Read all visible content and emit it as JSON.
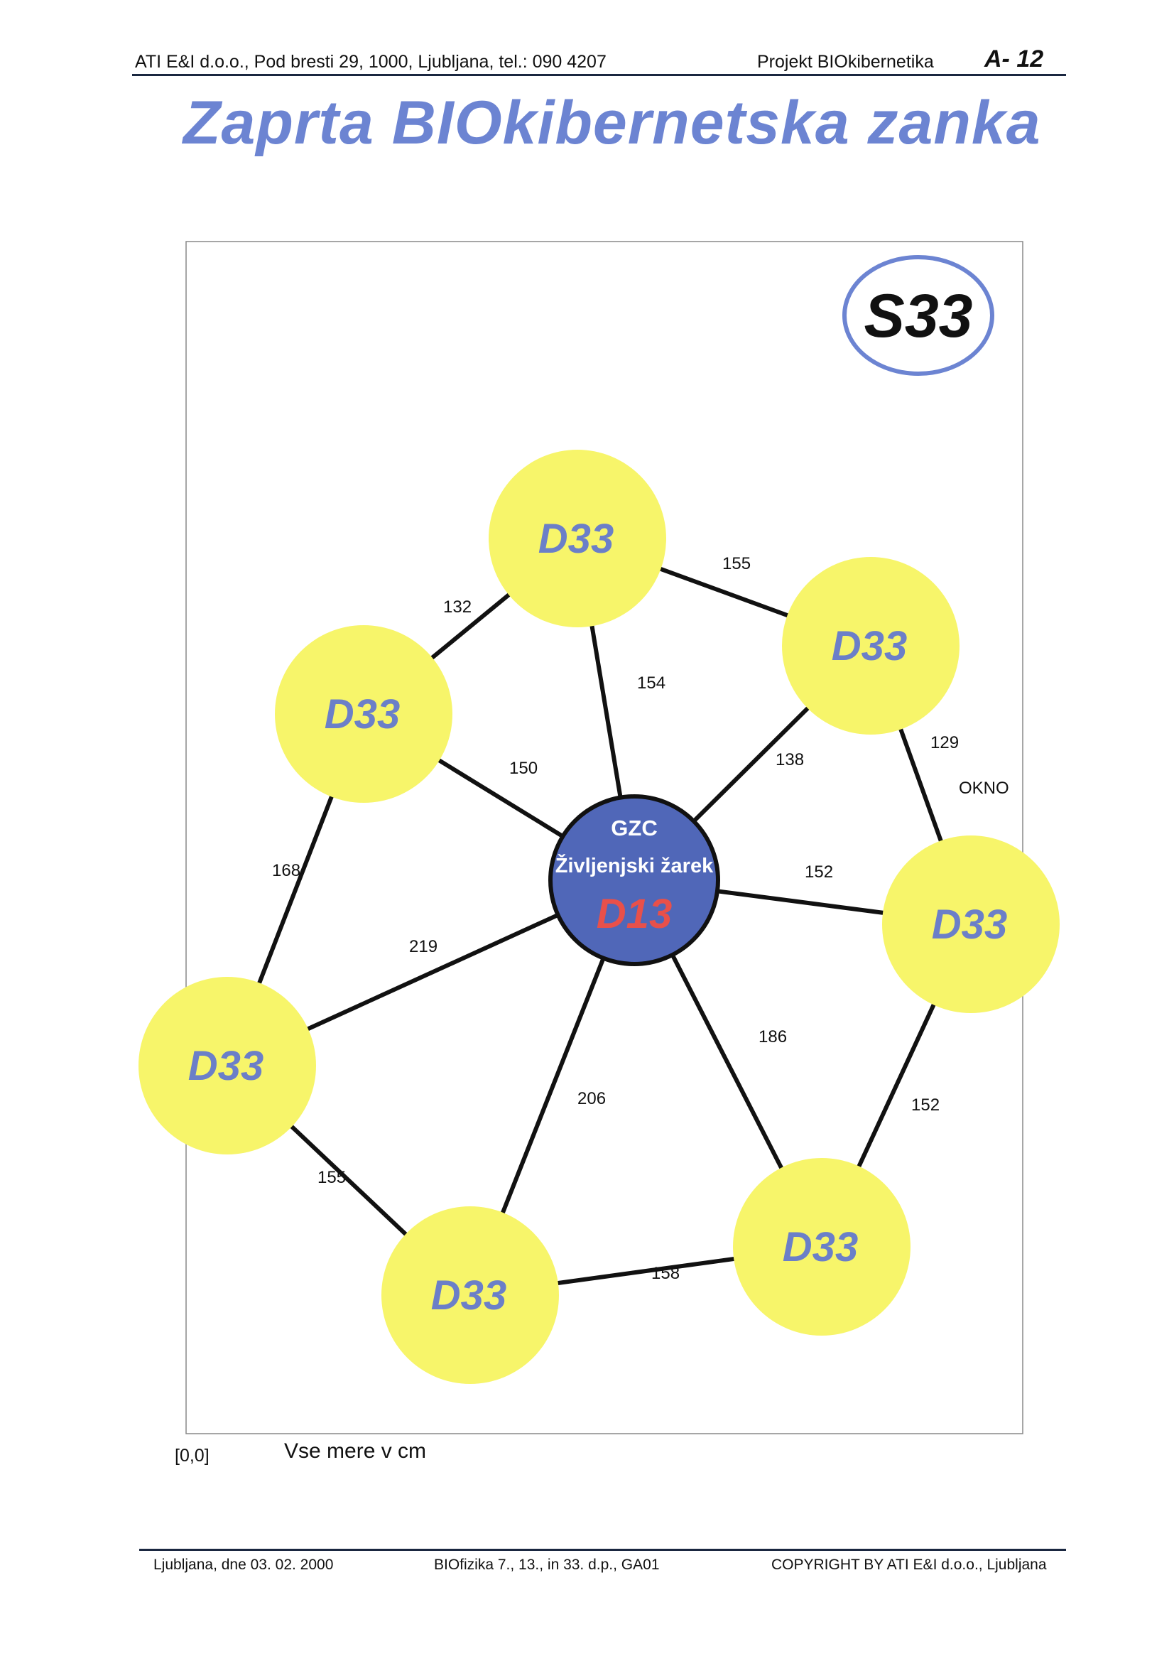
{
  "header": {
    "company": "ATI E&I d.o.o., Pod bresti 29, 1000, Ljubljana, tel.: 090 4207",
    "project": "Projekt BIOkibernetika",
    "page": "A- 12"
  },
  "title": "Zaprta BIOkibernetska zanka",
  "diagram": {
    "badge": "S33",
    "center": {
      "line1": "GZC",
      "line2": "Življenjski žarek",
      "code": "D13"
    },
    "nodes": [
      {
        "id": "top",
        "label": "D33"
      },
      {
        "id": "upper-right",
        "label": "D33"
      },
      {
        "id": "upper-left",
        "label": "D33"
      },
      {
        "id": "right",
        "label": "D33"
      },
      {
        "id": "left",
        "label": "D33"
      },
      {
        "id": "bottom-left",
        "label": "D33"
      },
      {
        "id": "bottom-right",
        "label": "D33"
      }
    ],
    "edges": [
      {
        "from": "top",
        "to": "upper-right",
        "label": "155"
      },
      {
        "from": "top",
        "to": "upper-left",
        "label": "132"
      },
      {
        "from": "top",
        "to": "center",
        "label": "154"
      },
      {
        "from": "upper-right",
        "to": "center",
        "label": "138"
      },
      {
        "from": "upper-right",
        "to": "right",
        "label": "129"
      },
      {
        "from": "upper-left",
        "to": "center",
        "label": "150"
      },
      {
        "from": "upper-left",
        "to": "left",
        "label": "168"
      },
      {
        "from": "center",
        "to": "right",
        "label": "152"
      },
      {
        "from": "center",
        "to": "left",
        "label": "219"
      },
      {
        "from": "center",
        "to": "bottom-right",
        "label": "186"
      },
      {
        "from": "right",
        "to": "bottom-right",
        "label": "152"
      },
      {
        "from": "center",
        "to": "bottom-left",
        "label": "206"
      },
      {
        "from": "left",
        "to": "bottom-left",
        "label": "155"
      },
      {
        "from": "bottom-left",
        "to": "bottom-right",
        "label": "158"
      }
    ],
    "window_label": "OKNO",
    "origin_label": "[0,0]",
    "units_note": "Vse mere v cm",
    "colors": {
      "node": "#f7f56a",
      "node_text": "#6b7fc8",
      "center": "#5067b8",
      "center_code": "#e8504a",
      "badge_ring": "#6c84d2"
    }
  },
  "footer": {
    "date": "Ljubljana, dne 03. 02. 2000",
    "course": "BIOfizika 7., 13., in 33. d.p., GA01",
    "copyright": "COPYRIGHT BY ATI E&I d.o.o., Ljubljana"
  }
}
